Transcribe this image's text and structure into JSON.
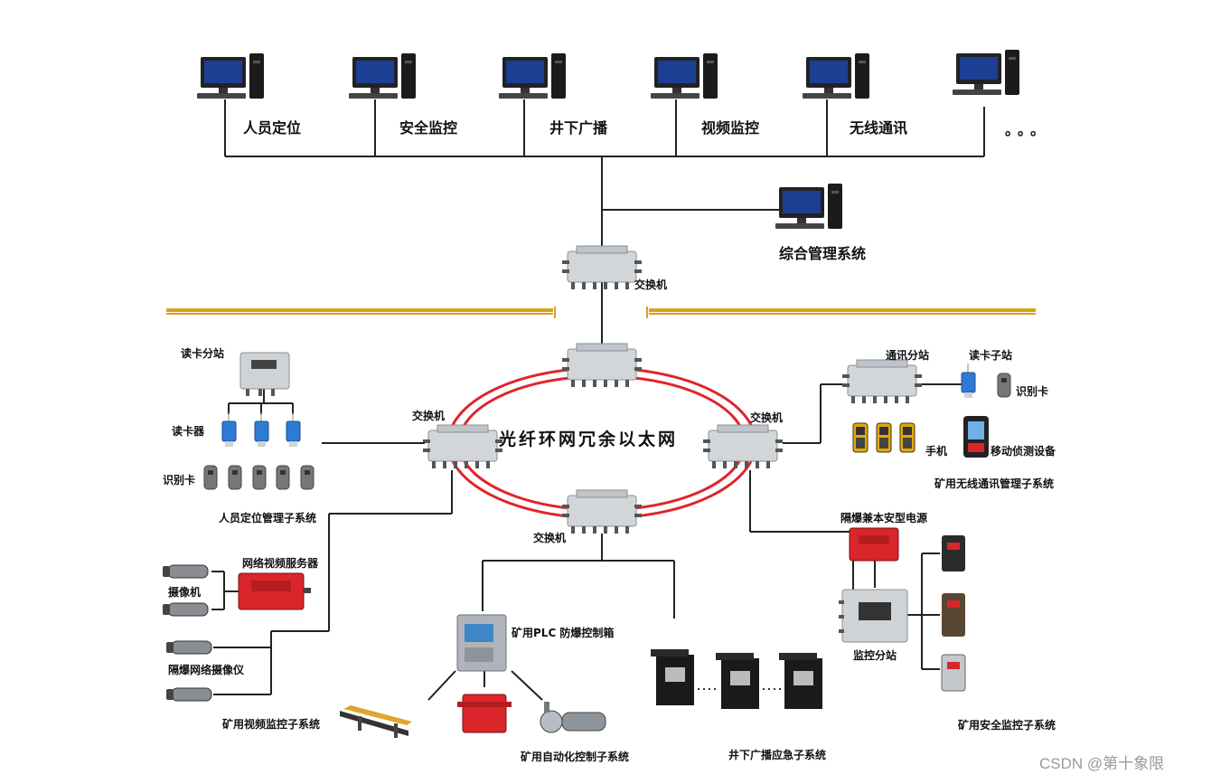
{
  "top_systems": [
    "人员定位",
    "安全监控",
    "井下广播",
    "视频监控",
    "无线通讯",
    "。。。"
  ],
  "management_system": "综合管理系统",
  "ring_title": "光纤环网冗余以太网",
  "switch_label": "交换机",
  "personnel": {
    "station": "读卡分站",
    "reader": "读卡器",
    "card": "识别卡",
    "title": "人员定位管理子系统"
  },
  "wireless": {
    "station": "通讯分站",
    "substation": "读卡子站",
    "card": "识别卡",
    "phone": "手机",
    "detector": "移动侦测设备",
    "title": "矿用无线通讯管理子系统"
  },
  "video": {
    "server": "网络视频服务器",
    "camera": "摄像机",
    "ip_camera": "隔爆网络摄像仪",
    "title": "矿用视频监控子系统"
  },
  "automation": {
    "plc": "矿用PLC 防爆控制箱",
    "title": "矿用自动化控制子系统"
  },
  "broadcast": {
    "title": "井下广播应急子系统"
  },
  "safety": {
    "power": "隔爆兼本安型电源",
    "station": "监控分站",
    "title": "矿用安全监控子系统"
  },
  "watermark": "CSDN @第十象限",
  "colors": {
    "ring": "#e0232a",
    "ground": "#d9a21b",
    "red_device": "#d8262b",
    "box": "#cfd3d6"
  }
}
